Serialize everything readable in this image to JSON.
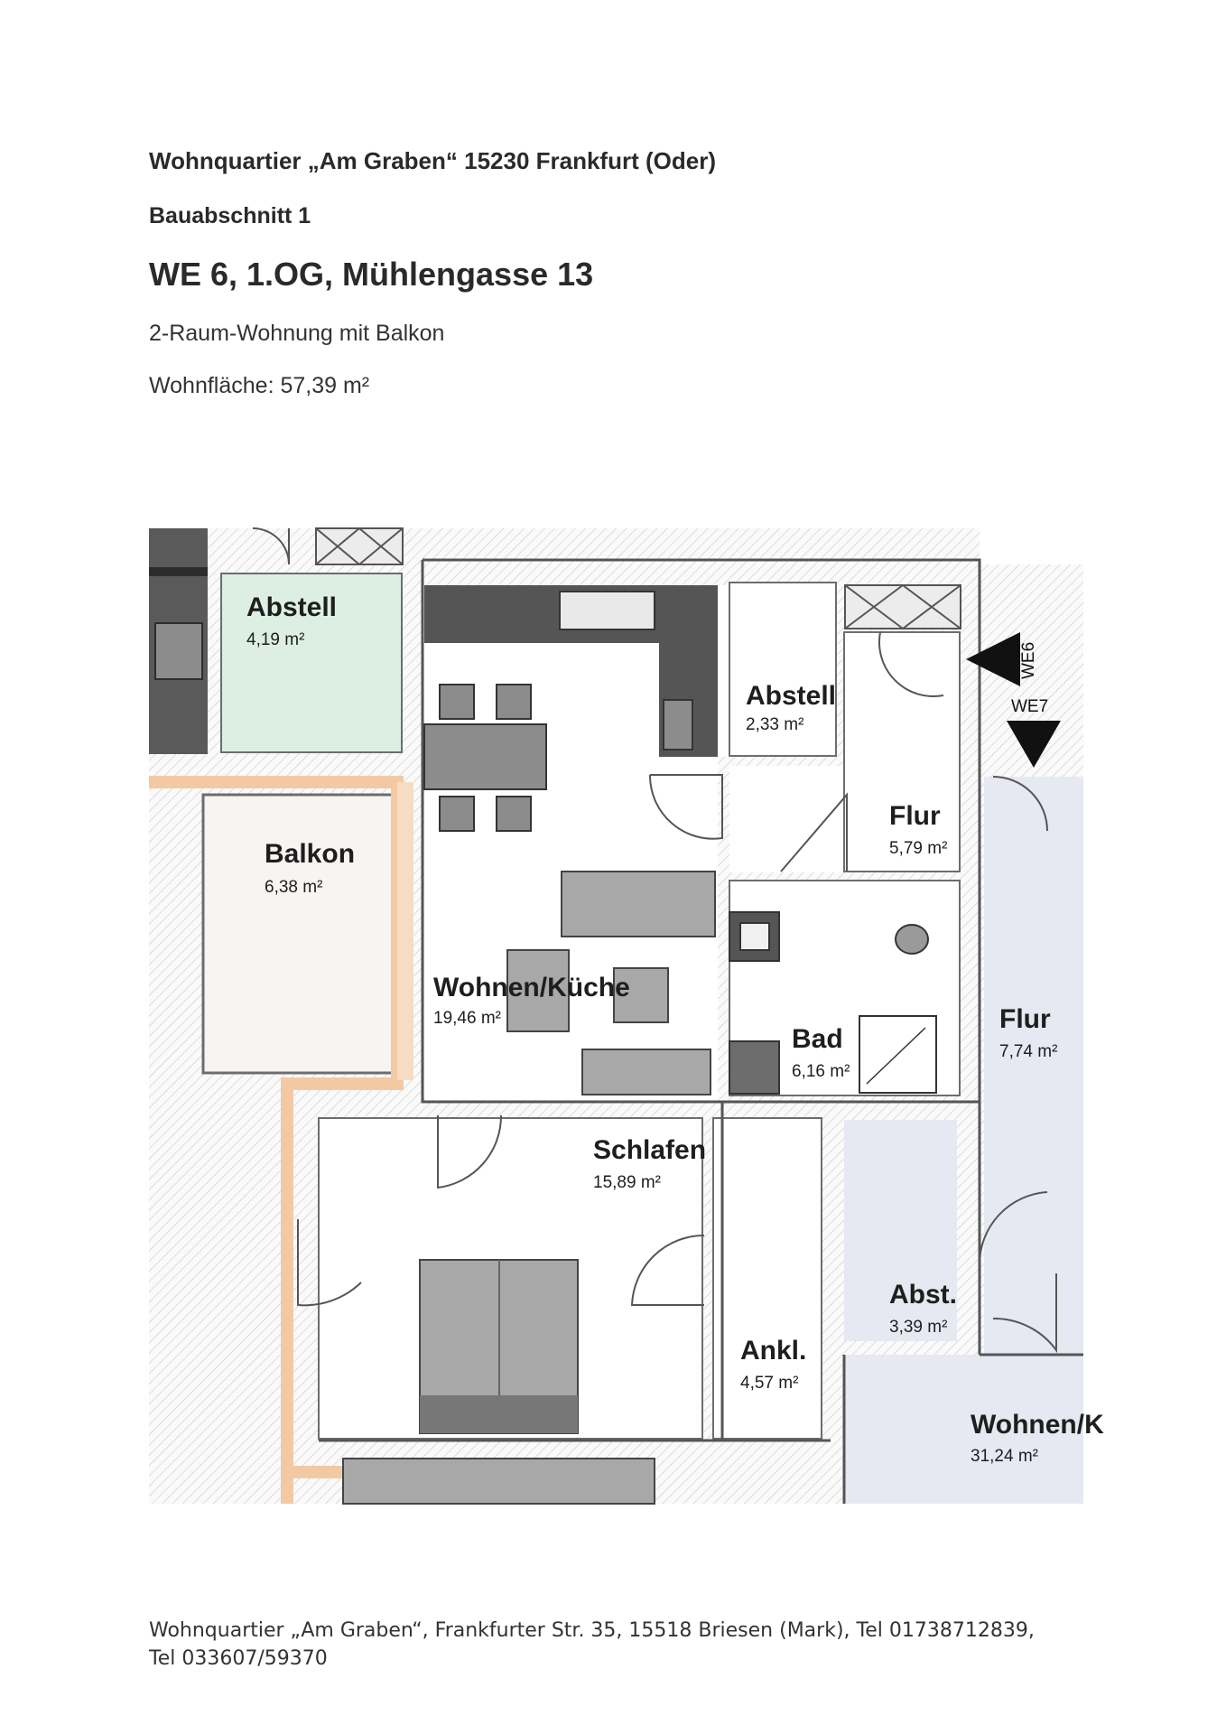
{
  "header": {
    "title": "Wohnquartier „Am Graben“ 15230 Frankfurt (Oder)",
    "subtitle": "Bauabschnitt 1",
    "unit": "WE 6, 1.OG, Mühlengasse 13",
    "type": "2-Raum-Wohnung mit Balkon",
    "area": "Wohnfläche: 57,39 m²"
  },
  "rooms": {
    "abstell1": {
      "name": "Abstell",
      "area": "4,19 m²"
    },
    "balkon": {
      "name": "Balkon",
      "area": "6,38 m²"
    },
    "wohnen": {
      "name": "Wohnen/Küche",
      "area": "19,46 m²"
    },
    "abstell2": {
      "name": "Abstell",
      "area": "2,33 m²"
    },
    "flur1": {
      "name": "Flur",
      "area": "5,79 m²"
    },
    "bad": {
      "name": "Bad",
      "area": "6,16 m²"
    },
    "schlafen": {
      "name": "Schlafen",
      "area": "15,89 m²"
    },
    "ankl": {
      "name": "Ankl.",
      "area": "4,57 m²"
    },
    "flur2": {
      "name": "Flur",
      "area": "7,74 m²"
    },
    "abst": {
      "name": "Abst.",
      "area": "3,39 m²"
    },
    "wohnen2": {
      "name": "Wohnen/K",
      "area": "31,24 m²"
    }
  },
  "markers": {
    "we6": "WE6",
    "we7": "WE7"
  },
  "colors": {
    "abstell_fill": "#dcefe2",
    "balkon_edge": "#f3c9a4",
    "neighbor_fill": "#e6e8f2",
    "furniture": "#8c8c8c",
    "kitchen": "#555555"
  },
  "footer": {
    "line1": "Wohnquartier „Am Graben“, Frankfurter Str. 35, 15518 Briesen (Mark), Tel 01738712839,",
    "line2": "Tel 033607/59370"
  }
}
